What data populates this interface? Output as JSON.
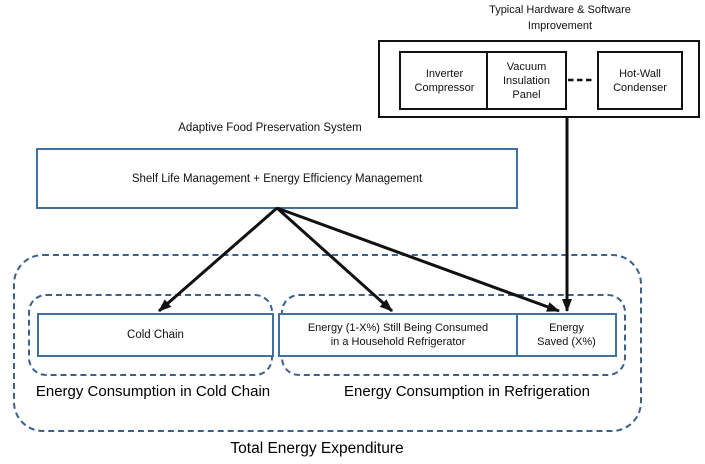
{
  "colors": {
    "box_border_blue": "#41719c",
    "dashed_border_blue": "#3a608c",
    "line_black": "#111111"
  },
  "hardware_group": {
    "title": "Typical Hardware & Software\nImprovement",
    "boxes": [
      "Inverter\nCompressor",
      "Vacuum\nInsulation\nPanel",
      "Hot-Wall\nCondenser"
    ]
  },
  "system": {
    "label": "Adaptive Food Preservation System",
    "box": "Shelf Life Management + Energy Efficiency Management"
  },
  "cold_chain": {
    "box": "Cold Chain",
    "label": "Energy Consumption in Cold Chain"
  },
  "refrigeration": {
    "consumed_box": "Energy (1-X%) Still Being Consumed\nin a Household Refrigerator",
    "saved_box": "Energy\nSaved (X%)",
    "label": "Energy Consumption in Refrigeration"
  },
  "total": {
    "label": "Total Energy Expenditure"
  }
}
